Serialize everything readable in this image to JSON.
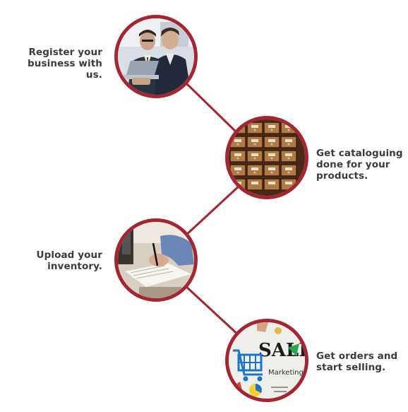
{
  "steps": [
    {
      "text": "Register your\nbusiness with us.",
      "image": "business-meeting-photo"
    },
    {
      "text": "Get cataloguing\ndone for your\nproducts.",
      "image": "card-catalog-drawers-photo"
    },
    {
      "text": "Upload your\ninventory.",
      "image": "writing-on-paper-photo"
    },
    {
      "text": "Get orders and\nstart selling.",
      "image": "sale-shopping-cart-collage"
    }
  ],
  "colors": {
    "ring": "#a32630",
    "connector": "#a32630",
    "text": "#3b3b3b"
  }
}
